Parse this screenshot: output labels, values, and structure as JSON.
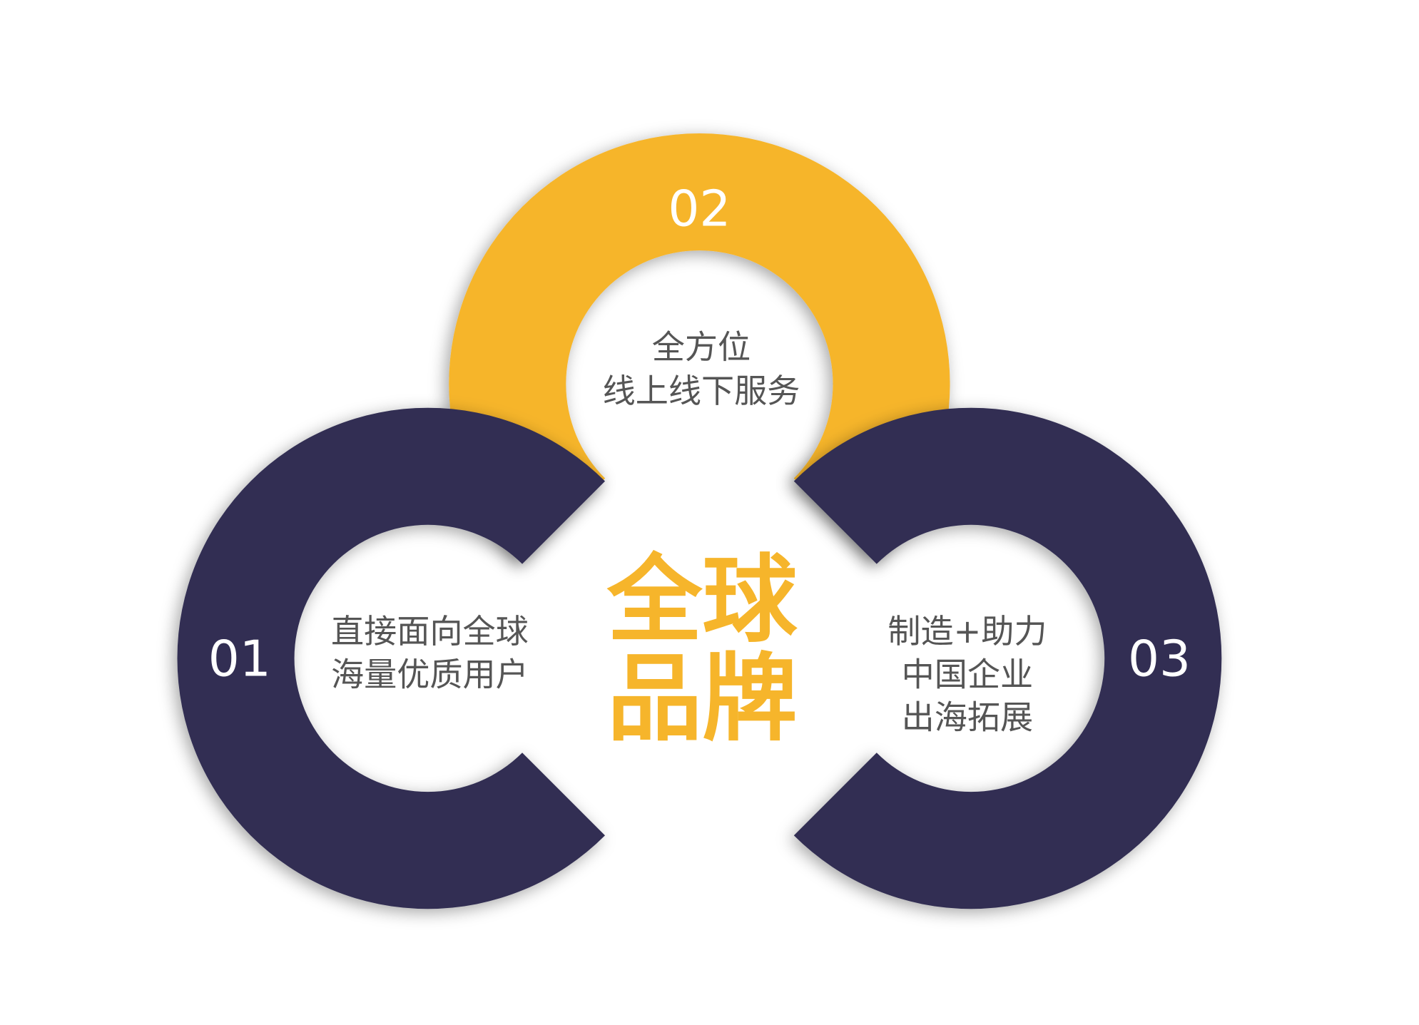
{
  "colors": {
    "accent_yellow": "#F6B52B",
    "navy": "#312F52",
    "text_gray": "#555555",
    "background": "#FFFFFF"
  },
  "center": {
    "line1": "全球",
    "line2": "品牌"
  },
  "items": [
    {
      "number": "01",
      "lines": [
        "直接面向全球",
        "海量优质用户"
      ],
      "color": "#312F52"
    },
    {
      "number": "02",
      "lines": [
        "全方位",
        "线上线下服务"
      ],
      "color": "#F6B52B"
    },
    {
      "number": "03",
      "lines": [
        "制造+助力",
        "中国企业",
        "出海拓展"
      ],
      "color": "#312F52"
    }
  ]
}
